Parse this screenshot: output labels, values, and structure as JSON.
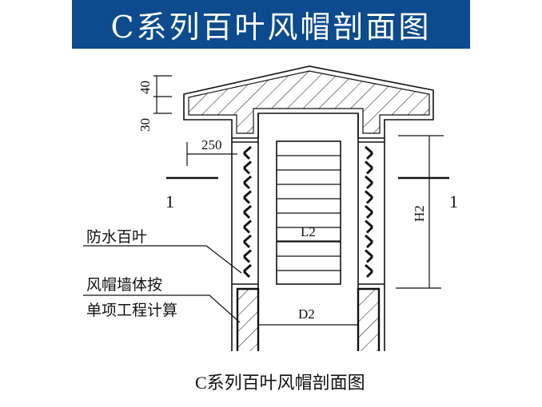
{
  "header": {
    "title": "C系列百叶风帽剖面图"
  },
  "dimensions": {
    "cap_top": "40",
    "cap_bottom": "30",
    "width": "250",
    "height": "H2",
    "louver_width": "L2",
    "duct_width": "D2"
  },
  "section_marks": {
    "left": "1",
    "right": "1"
  },
  "labels": {
    "louver": "防水百叶",
    "wall_line1": "风帽墙体按",
    "wall_line2": "单项工程计算"
  },
  "caption": "C系列百叶风帽剖面图",
  "colors": {
    "header_bg": "#0d4a8e",
    "line": "#111111"
  }
}
